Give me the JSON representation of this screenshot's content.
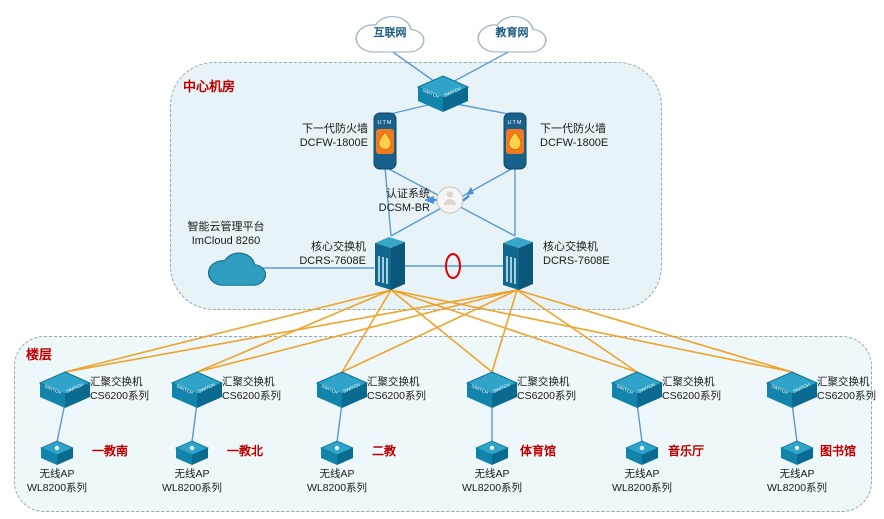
{
  "clouds": {
    "internet": "互联网",
    "education": "教育网"
  },
  "central": {
    "title": "中心机房",
    "firewall_left": {
      "name": "下一代防火墙",
      "model": "DCFW-1800E"
    },
    "firewall_right": {
      "name": "下一代防火墙",
      "model": "DCFW-1800E"
    },
    "auth": {
      "name": "认证系统",
      "model": "DCSM-BR"
    },
    "cloud_mgmt": {
      "name": "智能云管理平台",
      "model": "ImCloud 8260"
    },
    "core_left": {
      "name": "核心交换机",
      "model": "DCRS-7608E"
    },
    "core_right": {
      "name": "核心交换机",
      "model": "DCRS-7608E"
    }
  },
  "floor": {
    "title": "楼层",
    "units": [
      {
        "agg_name": "汇聚交换机",
        "agg_model": "CS6200系列",
        "location": "一教南",
        "ap_name": "无线AP",
        "ap_model": "WL8200系列"
      },
      {
        "agg_name": "汇聚交换机",
        "agg_model": "CS6200系列",
        "location": "一教北",
        "ap_name": "无线AP",
        "ap_model": "WL8200系列"
      },
      {
        "agg_name": "汇聚交换机",
        "agg_model": "CS6200系列",
        "location": "二教",
        "ap_name": "无线AP",
        "ap_model": "WL8200系列"
      },
      {
        "agg_name": "汇聚交换机",
        "agg_model": "CS6200系列",
        "location": "体育馆",
        "ap_name": "无线AP",
        "ap_model": "WL8200系列"
      },
      {
        "agg_name": "汇聚交换机",
        "agg_model": "CS6200系列",
        "location": "音乐厅",
        "ap_name": "无线AP",
        "ap_model": "WL8200系列"
      },
      {
        "agg_name": "汇聚交换机",
        "agg_model": "CS6200系列",
        "location": "图书馆",
        "ap_name": "无线AP",
        "ap_model": "WL8200系列"
      }
    ]
  },
  "icons": {
    "switch_label": "SWITCH",
    "utm_label": "UTM"
  },
  "colors": {
    "link_blue": "#5b9bd5",
    "link_yellow": "#efa32a",
    "accent_red": "#c00000",
    "device_teal": "#1284ab",
    "zone_fill": "#e7f3f6"
  }
}
